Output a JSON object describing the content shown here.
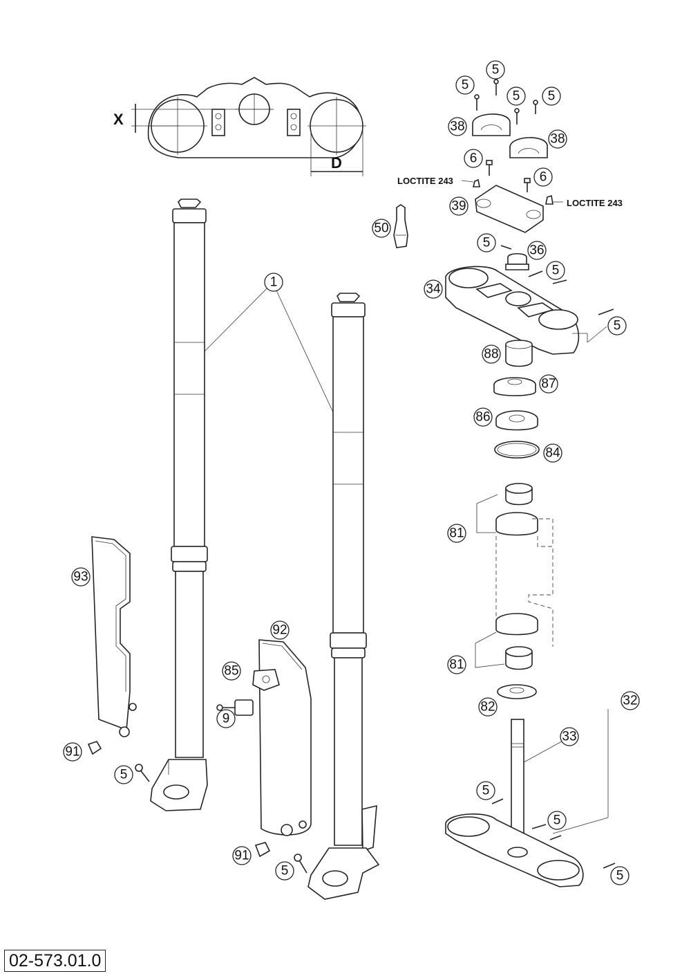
{
  "drawing_number": "02-573.01.0",
  "dimension_labels": {
    "x": "X",
    "d": "D"
  },
  "loctite_labels": {
    "left": "LOCTITE 243",
    "right": "LOCTITE 243"
  },
  "callouts": [
    "5",
    "5",
    "5",
    "5",
    "38",
    "38",
    "6",
    "6",
    "39",
    "50",
    "5",
    "36",
    "5",
    "34",
    "5",
    "88",
    "87",
    "86",
    "84",
    "1",
    "81",
    "81",
    "93",
    "92",
    "85",
    "9",
    "82",
    "32",
    "33",
    "91",
    "5",
    "5",
    "5",
    "91",
    "5",
    "5"
  ]
}
